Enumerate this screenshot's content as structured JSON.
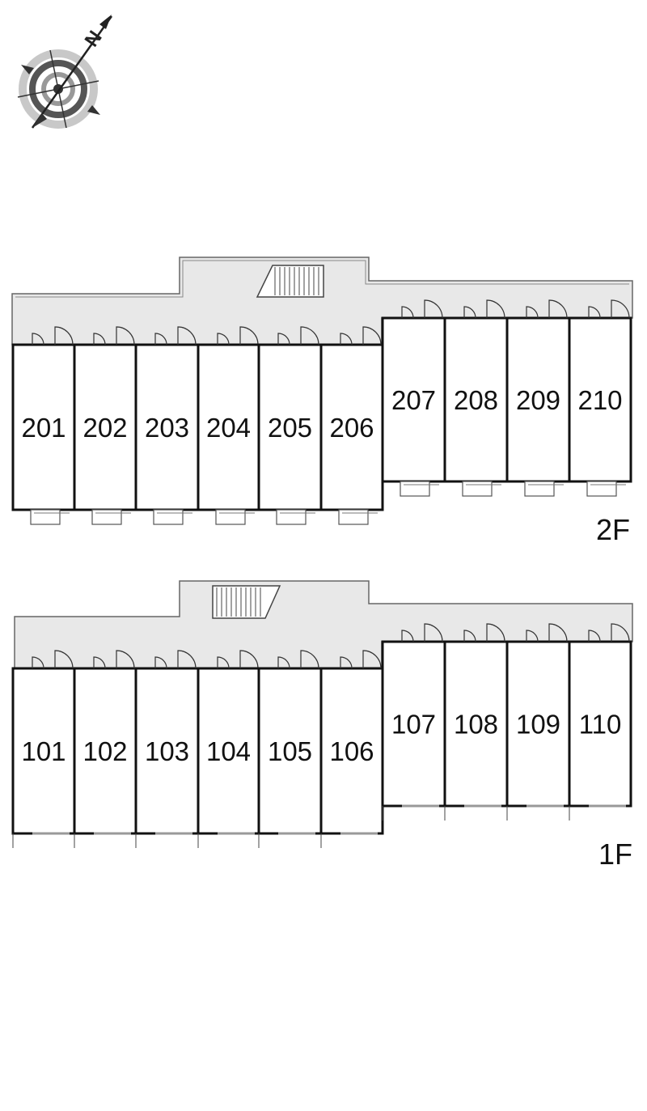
{
  "compass": {
    "north_label": "N"
  },
  "floors": [
    {
      "id": "2F",
      "label": "2F",
      "units": [
        "201",
        "202",
        "203",
        "204",
        "205",
        "206",
        "207",
        "208",
        "209",
        "210"
      ]
    },
    {
      "id": "1F",
      "label": "1F",
      "units": [
        "101",
        "102",
        "103",
        "104",
        "105",
        "106",
        "107",
        "108",
        "109",
        "110"
      ]
    }
  ],
  "colors": {
    "corridor": "#e8e8e8",
    "wall": "#111111",
    "outline": "#666666"
  }
}
